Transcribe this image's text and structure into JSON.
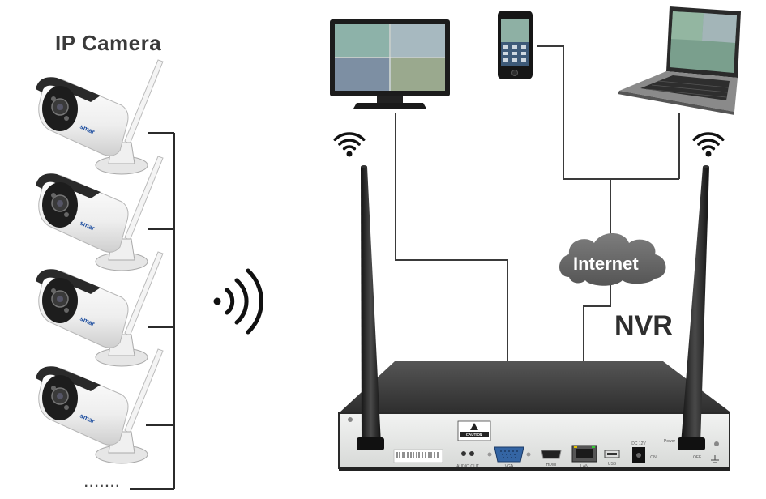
{
  "labels": {
    "camera_section_title": "IP Camera",
    "nvr_title": "NVR",
    "cloud_label": "Internet",
    "camera_brand": "smar",
    "more_indicator": ".......",
    "caution_label": "CAUTION"
  },
  "cameras": [
    {
      "brand": "smar"
    },
    {
      "brand": "smar"
    },
    {
      "brand": "smar"
    },
    {
      "brand": "smar"
    }
  ],
  "devices": {
    "monitor": "monitor-icon",
    "phone": "smartphone-icon",
    "laptop": "laptop-icon"
  },
  "nvr_ports": {
    "audio": "AUDIO OUT",
    "vga": "VGA",
    "hdmi": "HDMI",
    "lan": "LAN",
    "usb": "USB",
    "dc": "DC 12V",
    "on": "ON",
    "off": "OFF",
    "power": "Power"
  },
  "colors": {
    "line": "#2b2b2b",
    "cloud": "#6b6b6b",
    "nvr_top": "#3c3c3c",
    "nvr_front": "#e4e6e4",
    "camera_body": "#f1f1f1"
  }
}
